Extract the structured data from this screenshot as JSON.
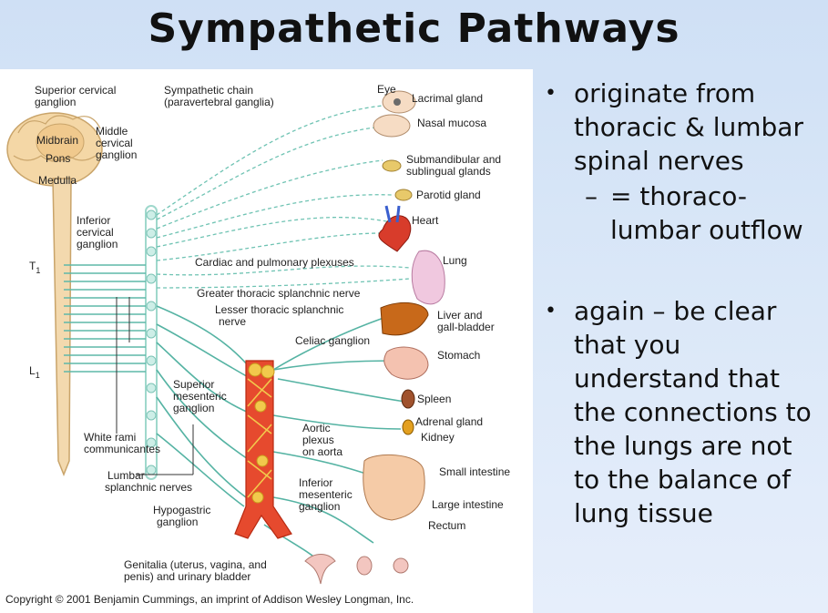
{
  "slide": {
    "title": "Sympathetic Pathways",
    "bullets": [
      "originate from thoracic & lumbar spinal nerves",
      "again – be clear that you understand that the connections to the lungs are not to the balance of lung tissue"
    ],
    "sub_bullet": "= thoraco-lumbar outflow",
    "bullet_marker": "•",
    "sub_bullet_marker": "–"
  },
  "figure": {
    "left_labels": {
      "superior_cervical_ganglion": [
        "Superior cervical",
        "ganglion"
      ],
      "midbrain": "Midbrain",
      "pons": "Pons",
      "medulla": "Medulla",
      "middle_cervical_ganglion": [
        "Middle",
        "cervical",
        "ganglion"
      ],
      "inferior_cervical_ganglion": [
        "Inferior",
        "cervical",
        "ganglion"
      ],
      "t1": "T",
      "t1_sub": "1",
      "l1": "L",
      "l1_sub": "1",
      "white_rami": [
        "White rami",
        "communicantes"
      ],
      "lumbar_splanchnic": [
        "Lumbar",
        "splanchnic nerves"
      ],
      "hypogastric_ganglion": [
        "Hypogastric",
        "ganglion"
      ]
    },
    "center_labels": {
      "sympathetic_chain": [
        "Sympathetic chain",
        "(paravertebral ganglia)"
      ],
      "cardiac_plexuses": "Cardiac and pulmonary plexuses",
      "greater_splanchnic": "Greater thoracic splanchnic nerve",
      "lesser_splanchnic": [
        "Lesser thoracic splanchnic",
        "nerve"
      ],
      "celiac_ganglion": "Celiac ganglion",
      "superior_mesenteric": [
        "Superior",
        "mesenteric",
        "ganglion"
      ],
      "aortic_plexus": [
        "Aortic",
        "plexus",
        "on aorta"
      ],
      "inferior_mesenteric": [
        "Inferior",
        "mesenteric",
        "ganglion"
      ],
      "genitalia": [
        "Genitalia (uterus, vagina, and",
        "penis) and urinary bladder"
      ]
    },
    "organ_labels": {
      "eye": "Eye",
      "lacrimal": "Lacrimal gland",
      "nasal": "Nasal mucosa",
      "submandibular": [
        "Submandibular and",
        "sublingual glands"
      ],
      "parotid": "Parotid gland",
      "heart": "Heart",
      "lung": "Lung",
      "liver": [
        "Liver and",
        "gall-bladder"
      ],
      "stomach": "Stomach",
      "spleen": "Spleen",
      "adrenal": "Adrenal gland",
      "kidney": "Kidney",
      "small_intestine": "Small intestine",
      "large_intestine": "Large intestine",
      "rectum": "Rectum"
    },
    "copyright": "Copyright © 2001 Benjamin Cummings, an imprint of Addison Wesley Longman, Inc."
  }
}
